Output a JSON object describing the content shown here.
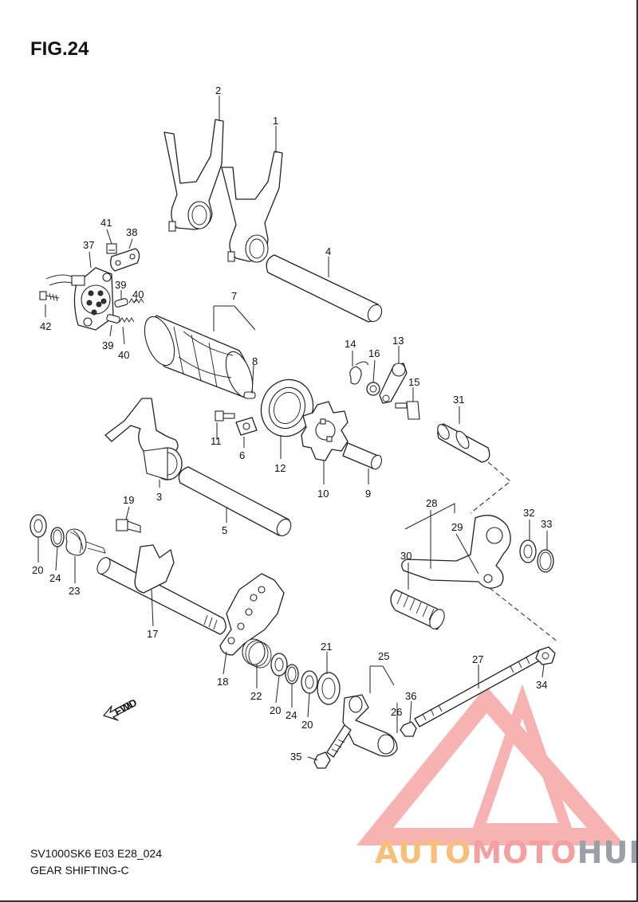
{
  "figure": {
    "title": "FIG.24",
    "model_code": "SV1000SK6 E03 E28_024",
    "caption": "GEAR SHIFTING-C",
    "direction_label": "FWD"
  },
  "watermark": {
    "part1": "AUTO",
    "part2": "MOTO",
    "part3": "HUB",
    "colors": {
      "auto": "#f6c07c",
      "moto": "#f4a0a0",
      "hub": "#9aa0a5",
      "logo": "#f6a5a5"
    }
  },
  "callouts": {
    "c1": "1",
    "c2": "2",
    "c3": "3",
    "c4": "4",
    "c5": "5",
    "c6": "6",
    "c7": "7",
    "c8": "8",
    "c9": "9",
    "c10": "10",
    "c11": "11",
    "c12": "12",
    "c13": "13",
    "c14": "14",
    "c15": "15",
    "c16": "16",
    "c17": "17",
    "c18": "18",
    "c19": "19",
    "c20a": "20",
    "c20b": "20",
    "c20c": "20",
    "c21": "21",
    "c22": "22",
    "c23": "23",
    "c24a": "24",
    "c24b": "24",
    "c25": "25",
    "c26": "26",
    "c27": "27",
    "c28": "28",
    "c29": "29",
    "c30": "30",
    "c31": "31",
    "c32": "32",
    "c33": "33",
    "c34": "34",
    "c35": "35",
    "c36": "36",
    "c37": "37",
    "c38": "38",
    "c39a": "39",
    "c39b": "39",
    "c40a": "40",
    "c40b": "40",
    "c41": "41",
    "c42": "42"
  }
}
